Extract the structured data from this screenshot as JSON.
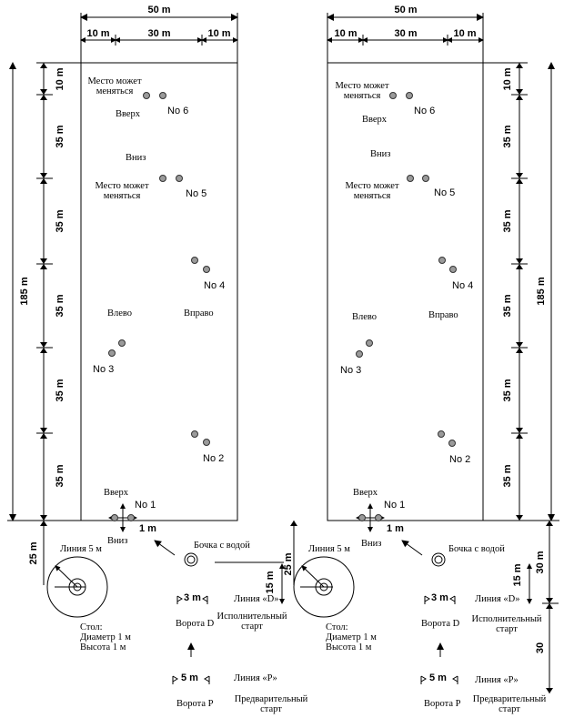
{
  "dims": {
    "width_total": "50 m",
    "width_10": "10 m",
    "width_30": "30 m",
    "seg_10": "10 m",
    "seg_35": "35 m",
    "total_185": "185 m",
    "seg_25": "25 m",
    "seg_15": "15 m",
    "seg_30": "30 m",
    "seg_30_plain": "30",
    "gap_1": "1 m",
    "gate_3": "3 m",
    "gate_5": "5 m"
  },
  "labels": {
    "may_change": "Место может меняться",
    "may_change_l1": "Место может",
    "may_change_l2": "меняться",
    "up": "Вверх",
    "down": "Вниз",
    "left": "Влево",
    "right": "Вправо",
    "no1": "No 1",
    "no2": "No 2",
    "no3": "No 3",
    "no4": "No 4",
    "no5": "No 5",
    "no6": "No 6",
    "line5": "Линия 5 м",
    "barrel": "Бочка с водой",
    "line_d": "Линия «D»",
    "line_p": "Линия «P»",
    "gate_d": "Ворота D",
    "gate_p": "Ворота P",
    "exec_start_l1": "Исполнительный",
    "exec_start_l2": "старт",
    "pre_start_l1": "Предварительный",
    "pre_start_l2": "старт",
    "table_l1": "Стол:",
    "table_l2": "Диаметр 1 м",
    "table_l3": "Высота 1 м"
  }
}
